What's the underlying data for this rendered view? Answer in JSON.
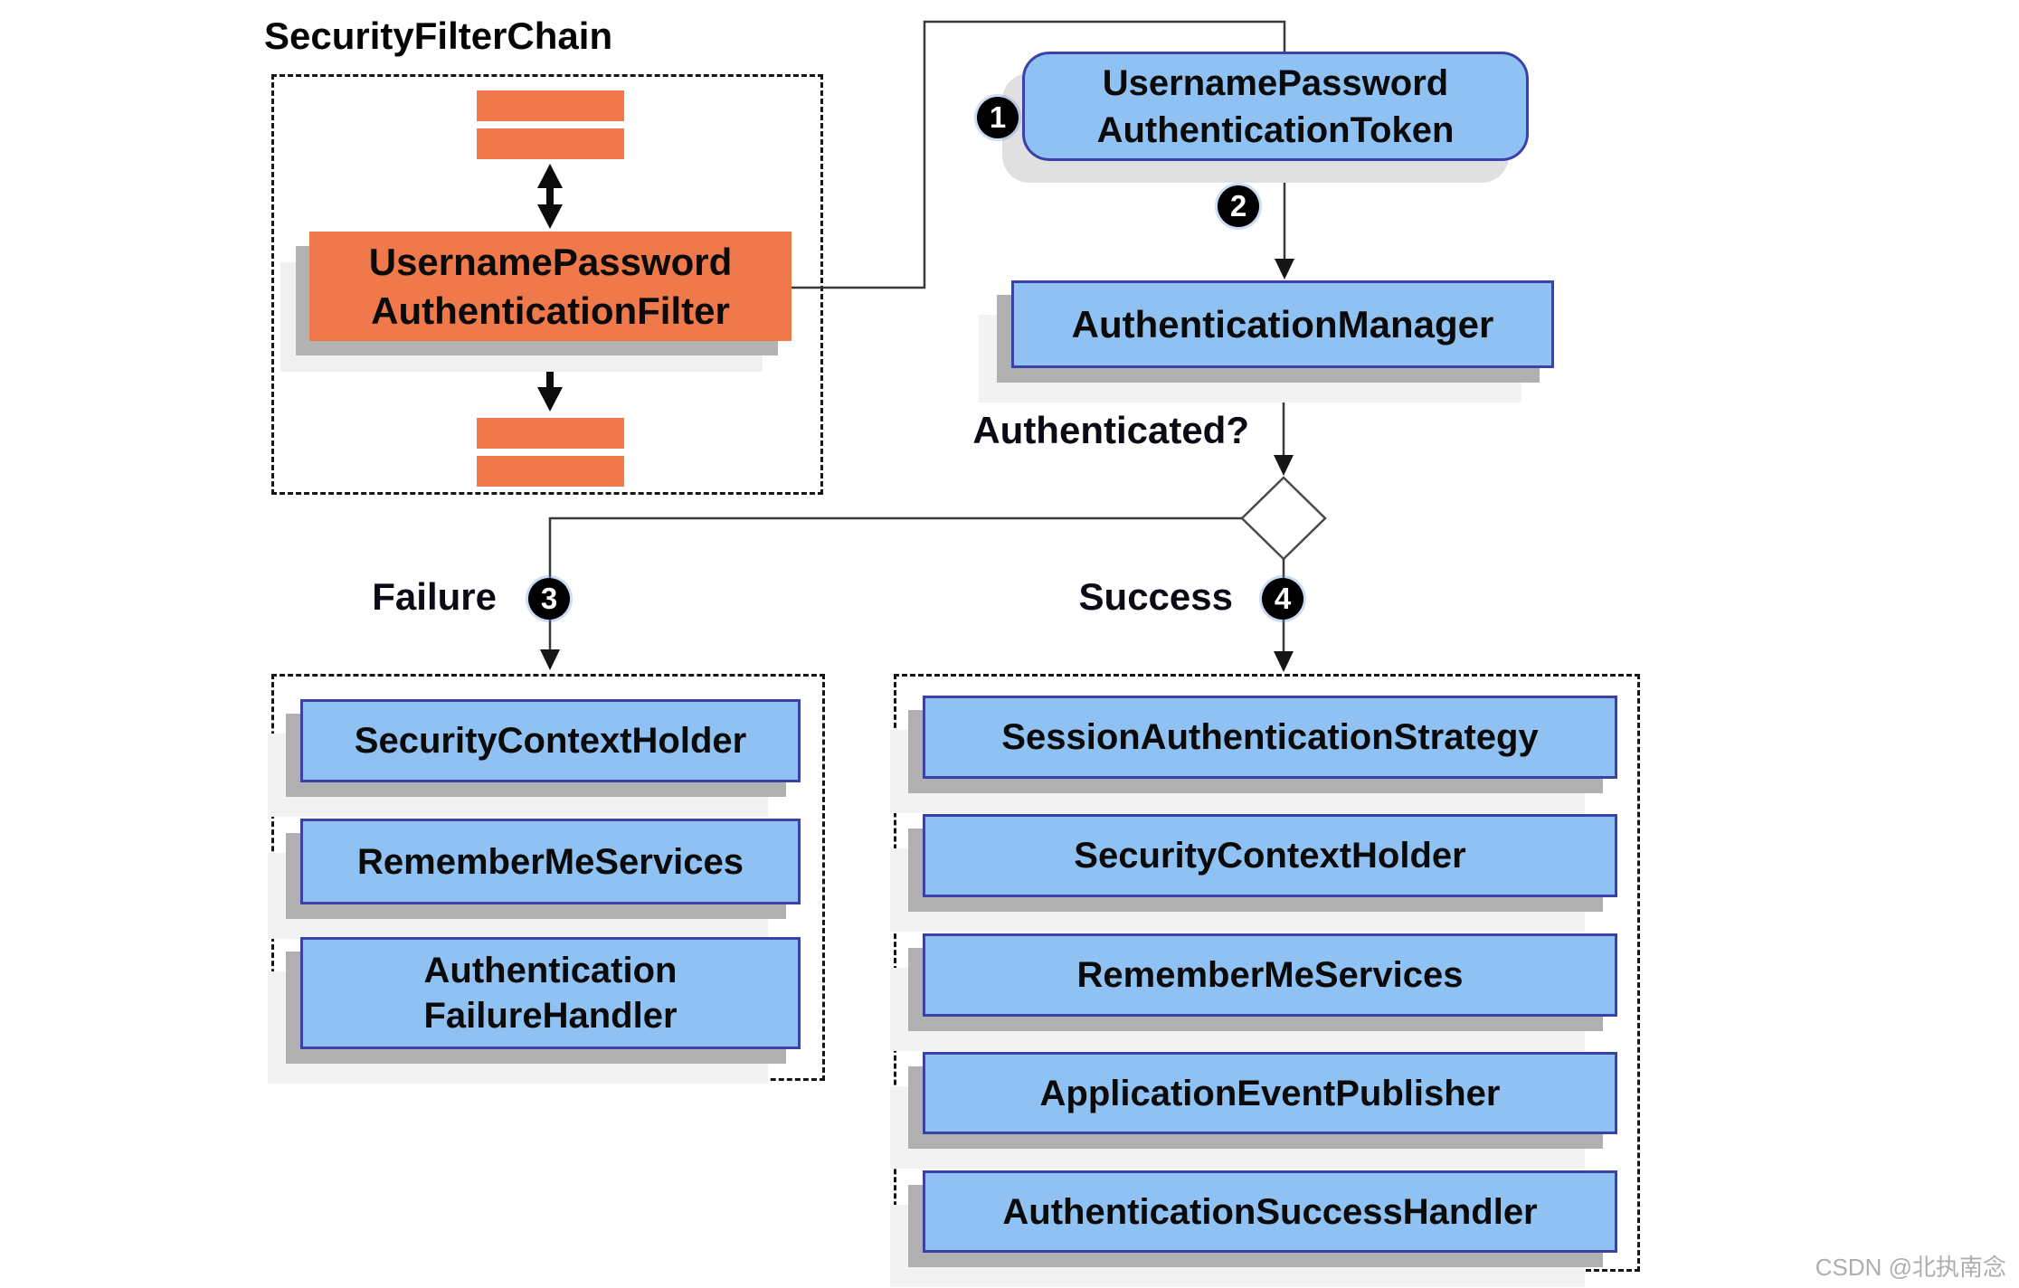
{
  "security_filter_chain": {
    "title": "SecurityFilterChain",
    "filter_label": "UsernamePassword\nAuthenticationFilter"
  },
  "flow": {
    "token_label": "UsernamePassword\nAuthenticationToken",
    "manager_label": "AuthenticationManager",
    "question_label": "Authenticated?",
    "failure_label": "Failure",
    "success_label": "Success",
    "step1": "1",
    "step2": "2",
    "step3": "3",
    "step4": "4"
  },
  "failure_branch": {
    "items": [
      "SecurityContextHolder",
      "RememberMeServices",
      "Authentication\nFailureHandler"
    ]
  },
  "success_branch": {
    "items": [
      "SessionAuthenticationStrategy",
      "SecurityContextHolder",
      "RememberMeServices",
      "ApplicationEventPublisher",
      "AuthenticationSuccessHandler"
    ]
  },
  "colors": {
    "orange": "#F0794B",
    "node_blue": "#8FC2F2",
    "node_border": "#3B41A8",
    "line": "#3a3a3a"
  },
  "watermark": "CSDN @北执南念"
}
